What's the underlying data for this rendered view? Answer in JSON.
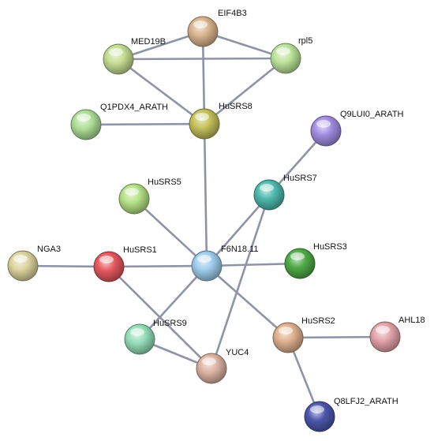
{
  "nodes": [
    {
      "id": "EIF4B3",
      "label": "EIF4B3",
      "color": "#d9b48f"
    },
    {
      "id": "MED19B",
      "label": "MED19B",
      "color": "#c7dd94"
    },
    {
      "id": "rpl5",
      "label": "rpl5",
      "color": "#bde39a"
    },
    {
      "id": "HuSRS8",
      "label": "HuSRS8",
      "color": "#c4c15a"
    },
    {
      "id": "Q1PDX4_ARATH",
      "label": "Q1PDX4_ARATH",
      "color": "#aedf98"
    },
    {
      "id": "Q9LUI0_ARATH",
      "label": "Q9LUI0_ARATH",
      "color": "#a28de2"
    },
    {
      "id": "HuSRS7",
      "label": "HuSRS7",
      "color": "#4fb9ae"
    },
    {
      "id": "HuSRS5",
      "label": "HuSRS5",
      "color": "#b5e186"
    },
    {
      "id": "F6N18.11",
      "label": "F6N18.11",
      "color": "#9ecdec"
    },
    {
      "id": "NGA3",
      "label": "NGA3",
      "color": "#dcd49e"
    },
    {
      "id": "HuSRS1",
      "label": "HuSRS1",
      "color": "#e5585e"
    },
    {
      "id": "HuSRS3",
      "label": "HuSRS3",
      "color": "#4faa47"
    },
    {
      "id": "HuSRS9",
      "label": "HuSRS9",
      "color": "#94deb8"
    },
    {
      "id": "HuSRS2",
      "label": "HuSRS2",
      "color": "#dfb18f"
    },
    {
      "id": "AHL18",
      "label": "AHL18",
      "color": "#e3a3aa"
    },
    {
      "id": "YUC4",
      "label": "YUC4",
      "color": "#dcb4a4"
    },
    {
      "id": "Q8LFJ2_ARATH",
      "label": "Q8LFJ2_ARATH",
      "color": "#4c57ad"
    }
  ],
  "edges": [
    [
      "EIF4B3",
      "MED19B"
    ],
    [
      "EIF4B3",
      "rpl5"
    ],
    [
      "EIF4B3",
      "HuSRS8"
    ],
    [
      "MED19B",
      "rpl5"
    ],
    [
      "MED19B",
      "HuSRS8"
    ],
    [
      "rpl5",
      "HuSRS8"
    ],
    [
      "Q1PDX4_ARATH",
      "HuSRS8"
    ],
    [
      "HuSRS8",
      "F6N18.11"
    ],
    [
      "Q9LUI0_ARATH",
      "HuSRS7"
    ],
    [
      "HuSRS7",
      "F6N18.11"
    ],
    [
      "HuSRS7",
      "YUC4"
    ],
    [
      "HuSRS5",
      "F6N18.11"
    ],
    [
      "NGA3",
      "HuSRS1"
    ],
    [
      "HuSRS1",
      "F6N18.11"
    ],
    [
      "HuSRS1",
      "YUC4"
    ],
    [
      "F6N18.11",
      "HuSRS3"
    ],
    [
      "F6N18.11",
      "HuSRS9"
    ],
    [
      "F6N18.11",
      "HuSRS2"
    ],
    [
      "HuSRS9",
      "YUC4"
    ],
    [
      "HuSRS2",
      "AHL18"
    ],
    [
      "HuSRS2",
      "Q8LFJ2_ARATH"
    ]
  ]
}
